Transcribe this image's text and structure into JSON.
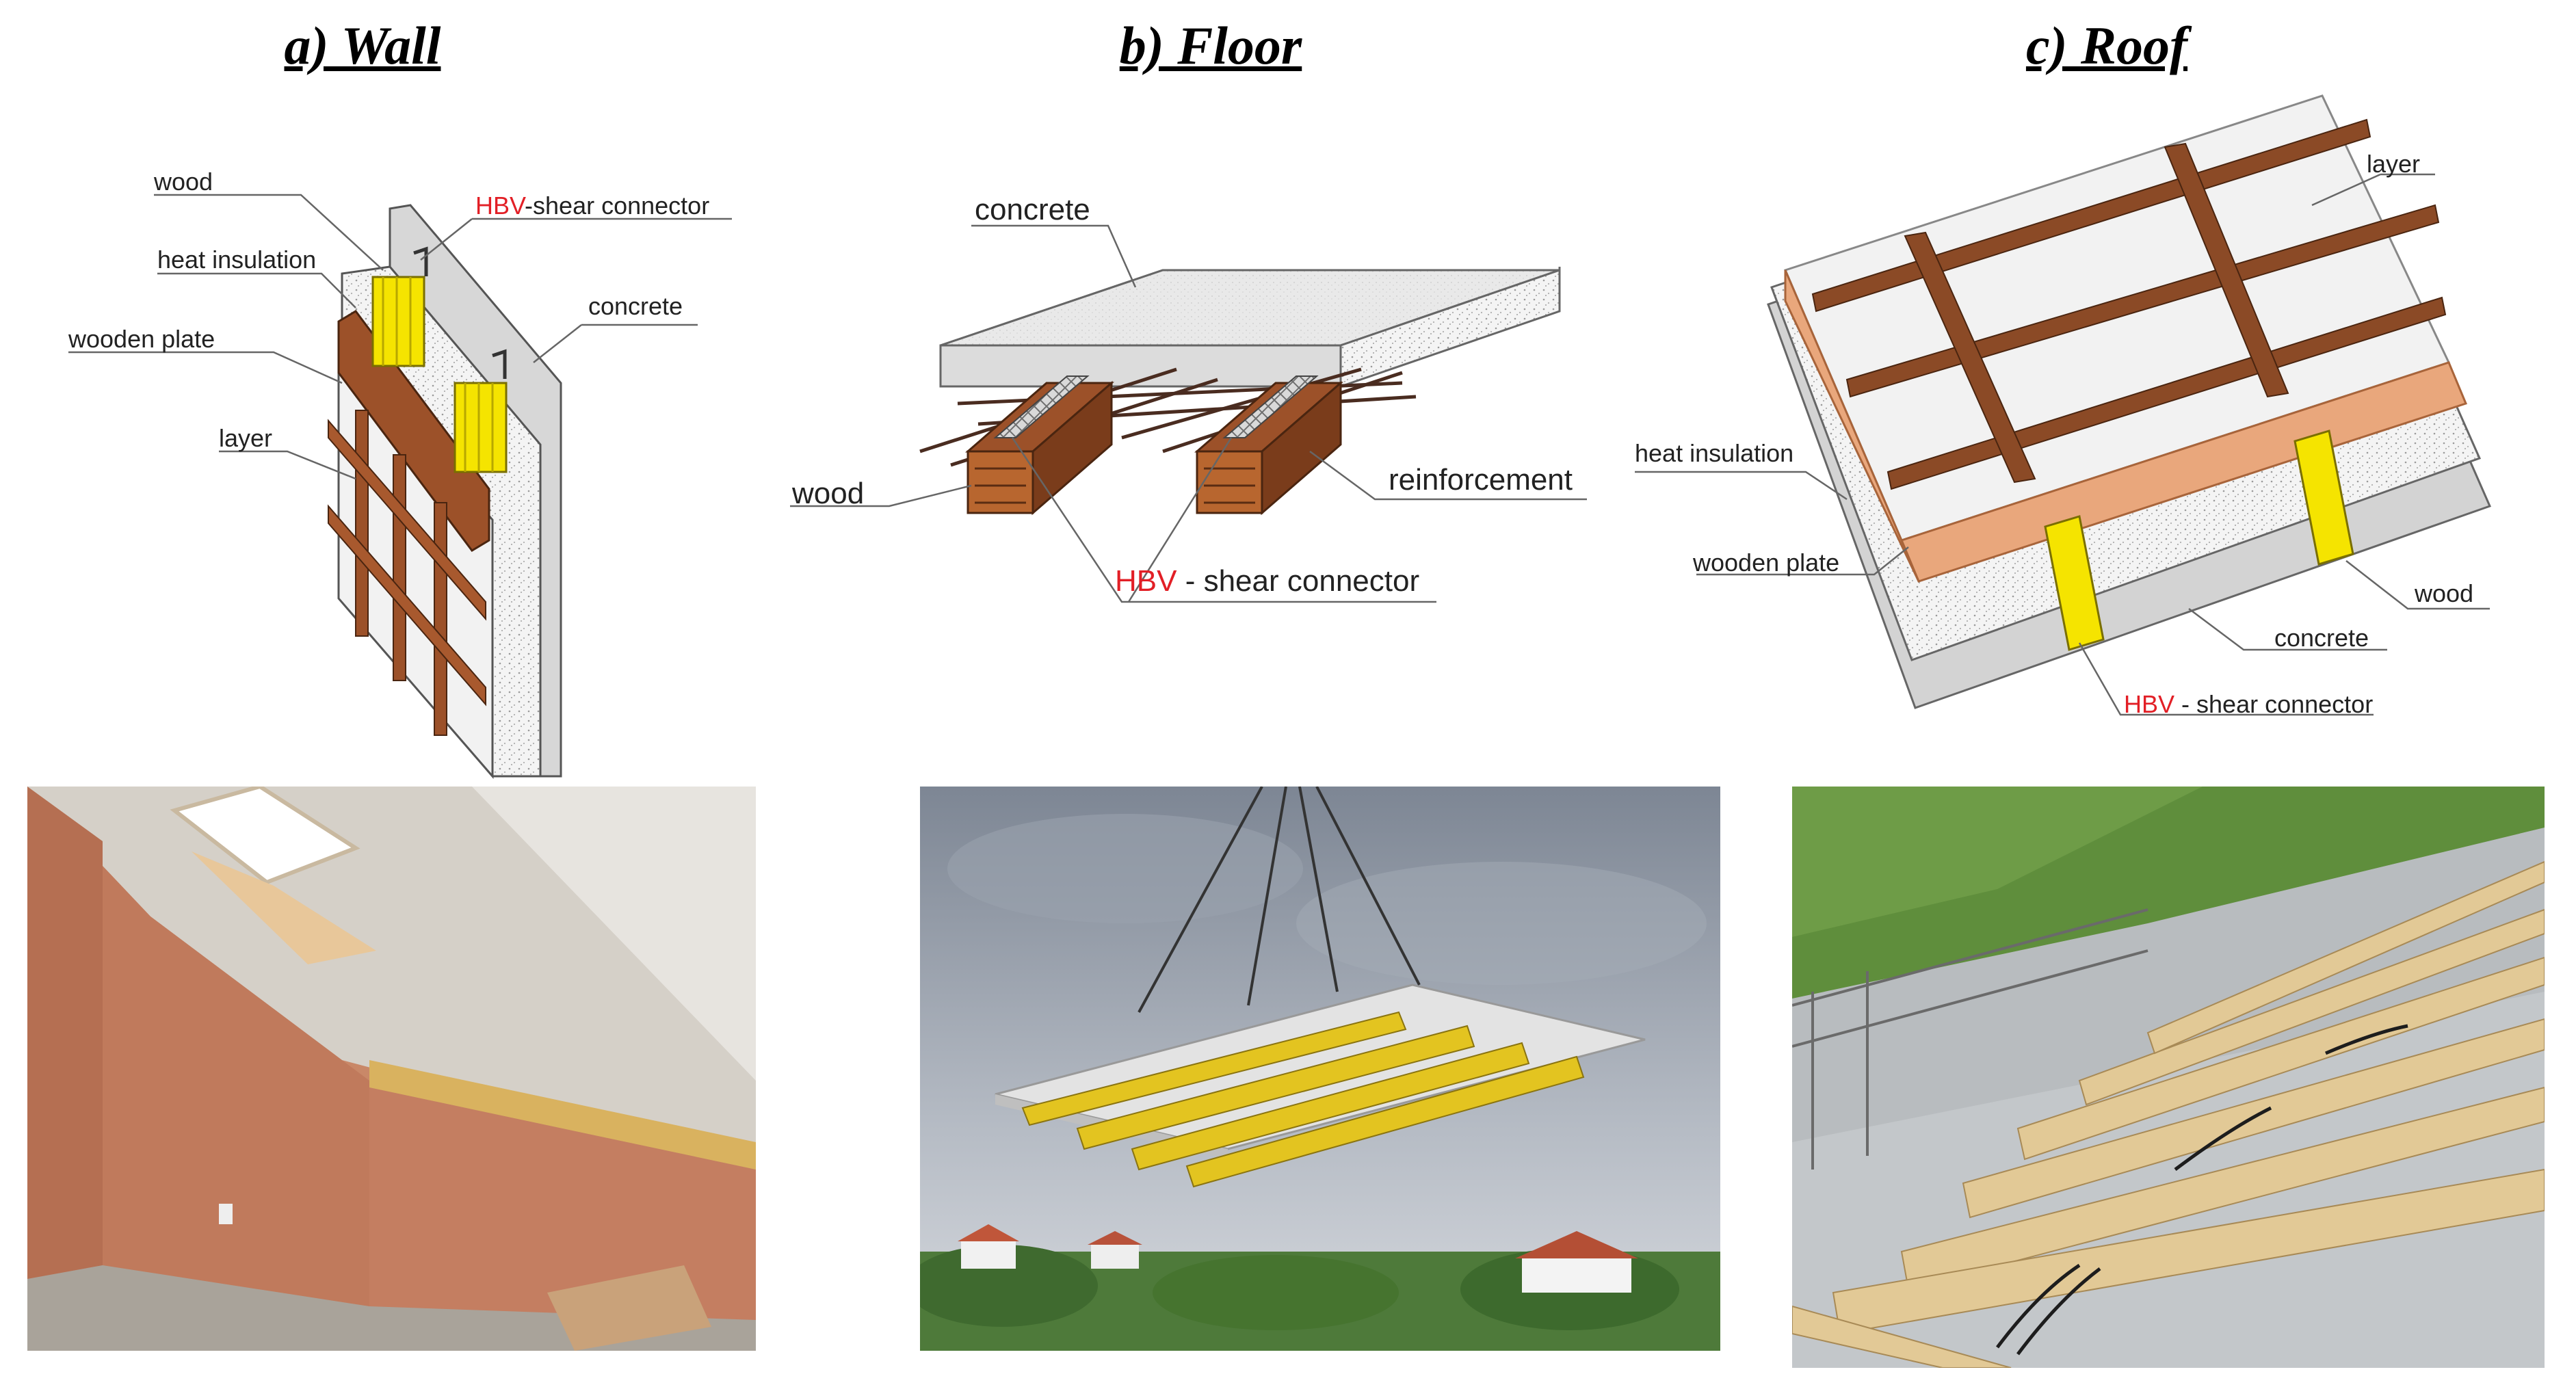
{
  "panels": {
    "wall": {
      "title": "a) Wall"
    },
    "floor": {
      "title": "b) Floor"
    },
    "roof": {
      "title": "c) Roof"
    }
  },
  "labels": {
    "wall": {
      "wood": "wood",
      "hbv_prefix": "HBV",
      "hbv_suffix": "-shear connector",
      "heat_insulation": "heat insulation",
      "concrete": "concrete",
      "wooden_plate": "wooden plate",
      "layer": "layer"
    },
    "floor": {
      "concrete": "concrete",
      "wood": "wood",
      "reinforcement": "reinforcement",
      "hbv_prefix": "HBV",
      "hbv_suffix": " - shear connector"
    },
    "roof": {
      "layer": "layer",
      "heat_insulation": "heat insulation",
      "wooden_plate": "wooden plate",
      "wood": "wood",
      "concrete": "concrete",
      "hbv_prefix": "HBV",
      "hbv_suffix": " - shear connector"
    }
  },
  "colors": {
    "wood": "#8b4a26",
    "wood_dark": "#6b3518",
    "connector": "#f5e400",
    "concrete": "#e6e6e6",
    "insulation": "#f3f3f3",
    "plate": "#e9a77c",
    "accent_red": "#e21f26"
  }
}
